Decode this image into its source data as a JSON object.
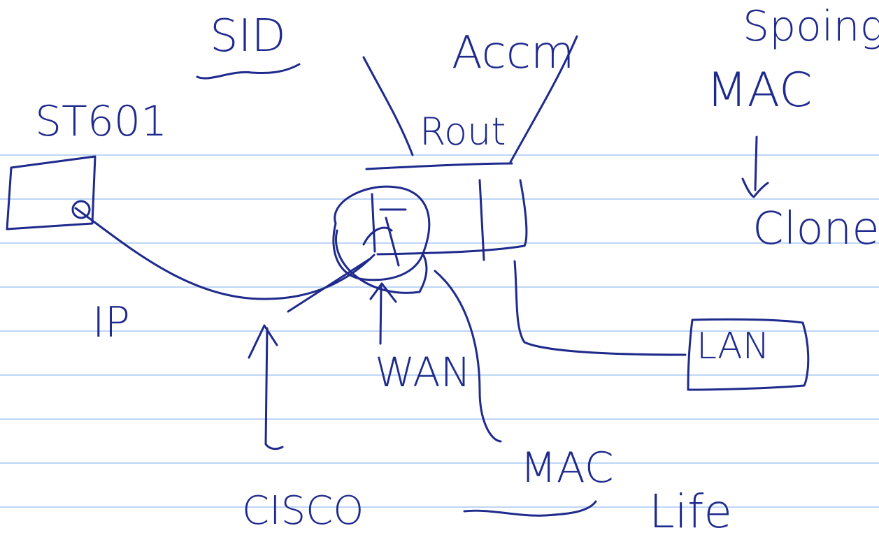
{
  "colors": {
    "ink": "#1e2a8c",
    "ruled_line": "#a9c8f2",
    "paper": "#ffffff"
  },
  "labels": {
    "sid": "SID",
    "accm": "Accm",
    "spoofing": "Spoing",
    "mac_top": "MAC",
    "st601": "ST601",
    "rout": "Rout",
    "clone": "Clone",
    "ip": "IP",
    "wan": "WAN",
    "lan": "LAN",
    "mac_bottom": "MAC",
    "cisco": "CISCO",
    "life": "Life"
  }
}
